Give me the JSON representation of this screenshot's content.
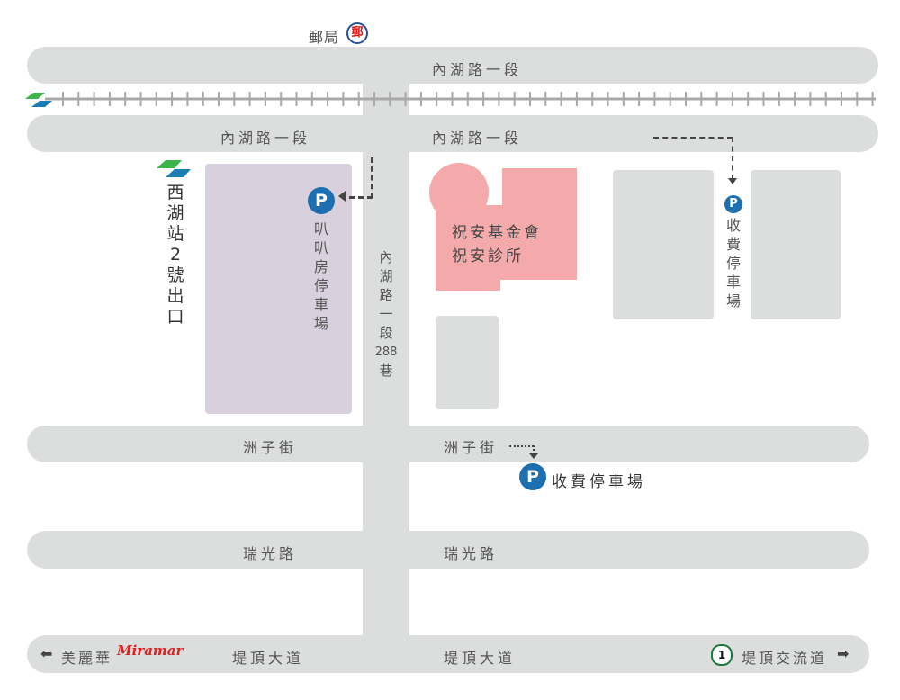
{
  "post_office": {
    "label": "郵局",
    "icon": "post-office-icon"
  },
  "roads": {
    "neihu_top": "內湖路一段",
    "neihu_left": "內湖路一段",
    "neihu_right": "內湖路一段",
    "lane_288": [
      "內",
      "湖",
      "路",
      "一",
      "段",
      "288",
      "巷"
    ],
    "zhouzi_left": "洲子街",
    "zhouzi_right": "洲子街",
    "ruiguang_left": "瑞光路",
    "ruiguang_right": "瑞光路",
    "diding_left": "堤頂大道",
    "diding_right": "堤頂大道"
  },
  "mrt_exit": [
    "西",
    "湖",
    "站",
    "2",
    "號",
    "出",
    "口"
  ],
  "parking": {
    "pin": "P",
    "baba": [
      "叭",
      "叭",
      "房",
      "停",
      "車",
      "場"
    ],
    "paid_right": [
      "收",
      "費",
      "停",
      "車",
      "場"
    ],
    "paid_bottom": "收費停車場"
  },
  "foundation": {
    "line1": "祝安基金會",
    "line2": "祝安診所"
  },
  "bottom": {
    "left_dest": "美麗華",
    "logo": "Miramar",
    "right_shield": "1",
    "right_dest": "堤頂交流道"
  },
  "colors": {
    "road": "#dcdddd",
    "parking_lot": "#d8d0dc",
    "foundation": "#f4a9aa",
    "pin": "#1d6fb0",
    "mrt_green": "#3bb54a",
    "mrt_blue": "#1b7db5"
  }
}
